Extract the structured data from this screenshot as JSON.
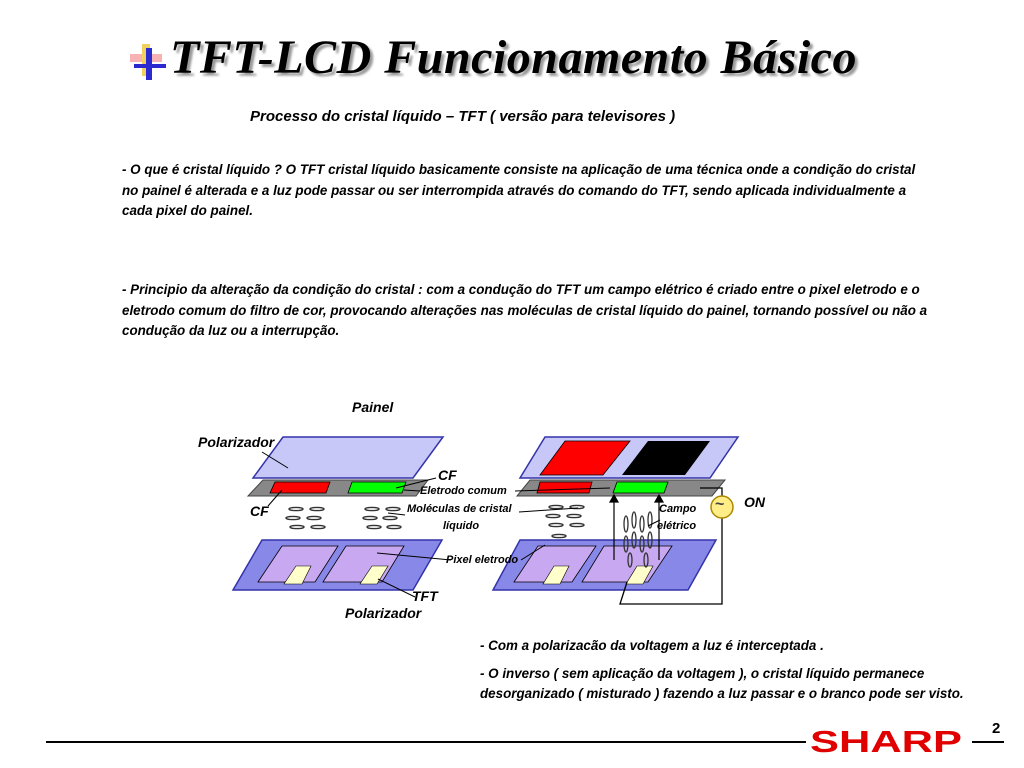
{
  "slide": {
    "title": "TFT-LCD Funcionamento Básico",
    "subtitle": "Processo do cristal líquido – TFT  ( versão para televisores )",
    "paragraph1": "- O que é cristal líquido ?      O TFT cristal líquido basicamente consiste na aplicação de uma técnica onde a condição do cristal no painel é alterada e a luz pode passar ou ser interrompida através do comando do TFT, sendo aplicada individualmente a cada pixel do painel.",
    "paragraph2": "- Principio da alteração da condição do cristal : com a condução do TFT um campo elétrico é criado entre o pixel eletrodo e o eletrodo comum do filtro de cor, provocando alterações nas moléculas de cristal líquido do painel, tornando possível ou não a condução da luz ou a interrupção.",
    "bottom_line1": "- Com a polarizacão da voltagem a luz é interceptada .",
    "bottom_line2": "- O inverso ( sem aplicação da voltagem ), o cristal líquido permanece desorganizado ( misturado ) fazendo a luz passar e o branco pode ser visto.",
    "page_number": "2",
    "brand": "SHARP"
  },
  "diagram": {
    "labels": {
      "painel": "Painel",
      "polarizador_top": "Polarizador",
      "cf_right": "CF",
      "cf_left": "CF",
      "eletrodo_comum": "Eletrodo comum",
      "moleculas_line1": "Moléculas de cristal",
      "moleculas_line2": "líquido",
      "pixel_eletrodo": "Pixel eletrodo",
      "tft": "TFT",
      "polarizador_bottom": "Polarizador",
      "campo_line1": "Campo",
      "campo_line2": "elétrico",
      "on": "ON",
      "ac_symbol": "~"
    },
    "colors": {
      "panel_fill": "#c8c8f8",
      "pixel_fill": "#c8a8f0",
      "bottom_plate": "#8888e8",
      "red": "#ff0000",
      "green": "#00ff00",
      "black": "#000000",
      "tft_fill": "#ffffcc",
      "source_circle": "#ffee88"
    }
  }
}
